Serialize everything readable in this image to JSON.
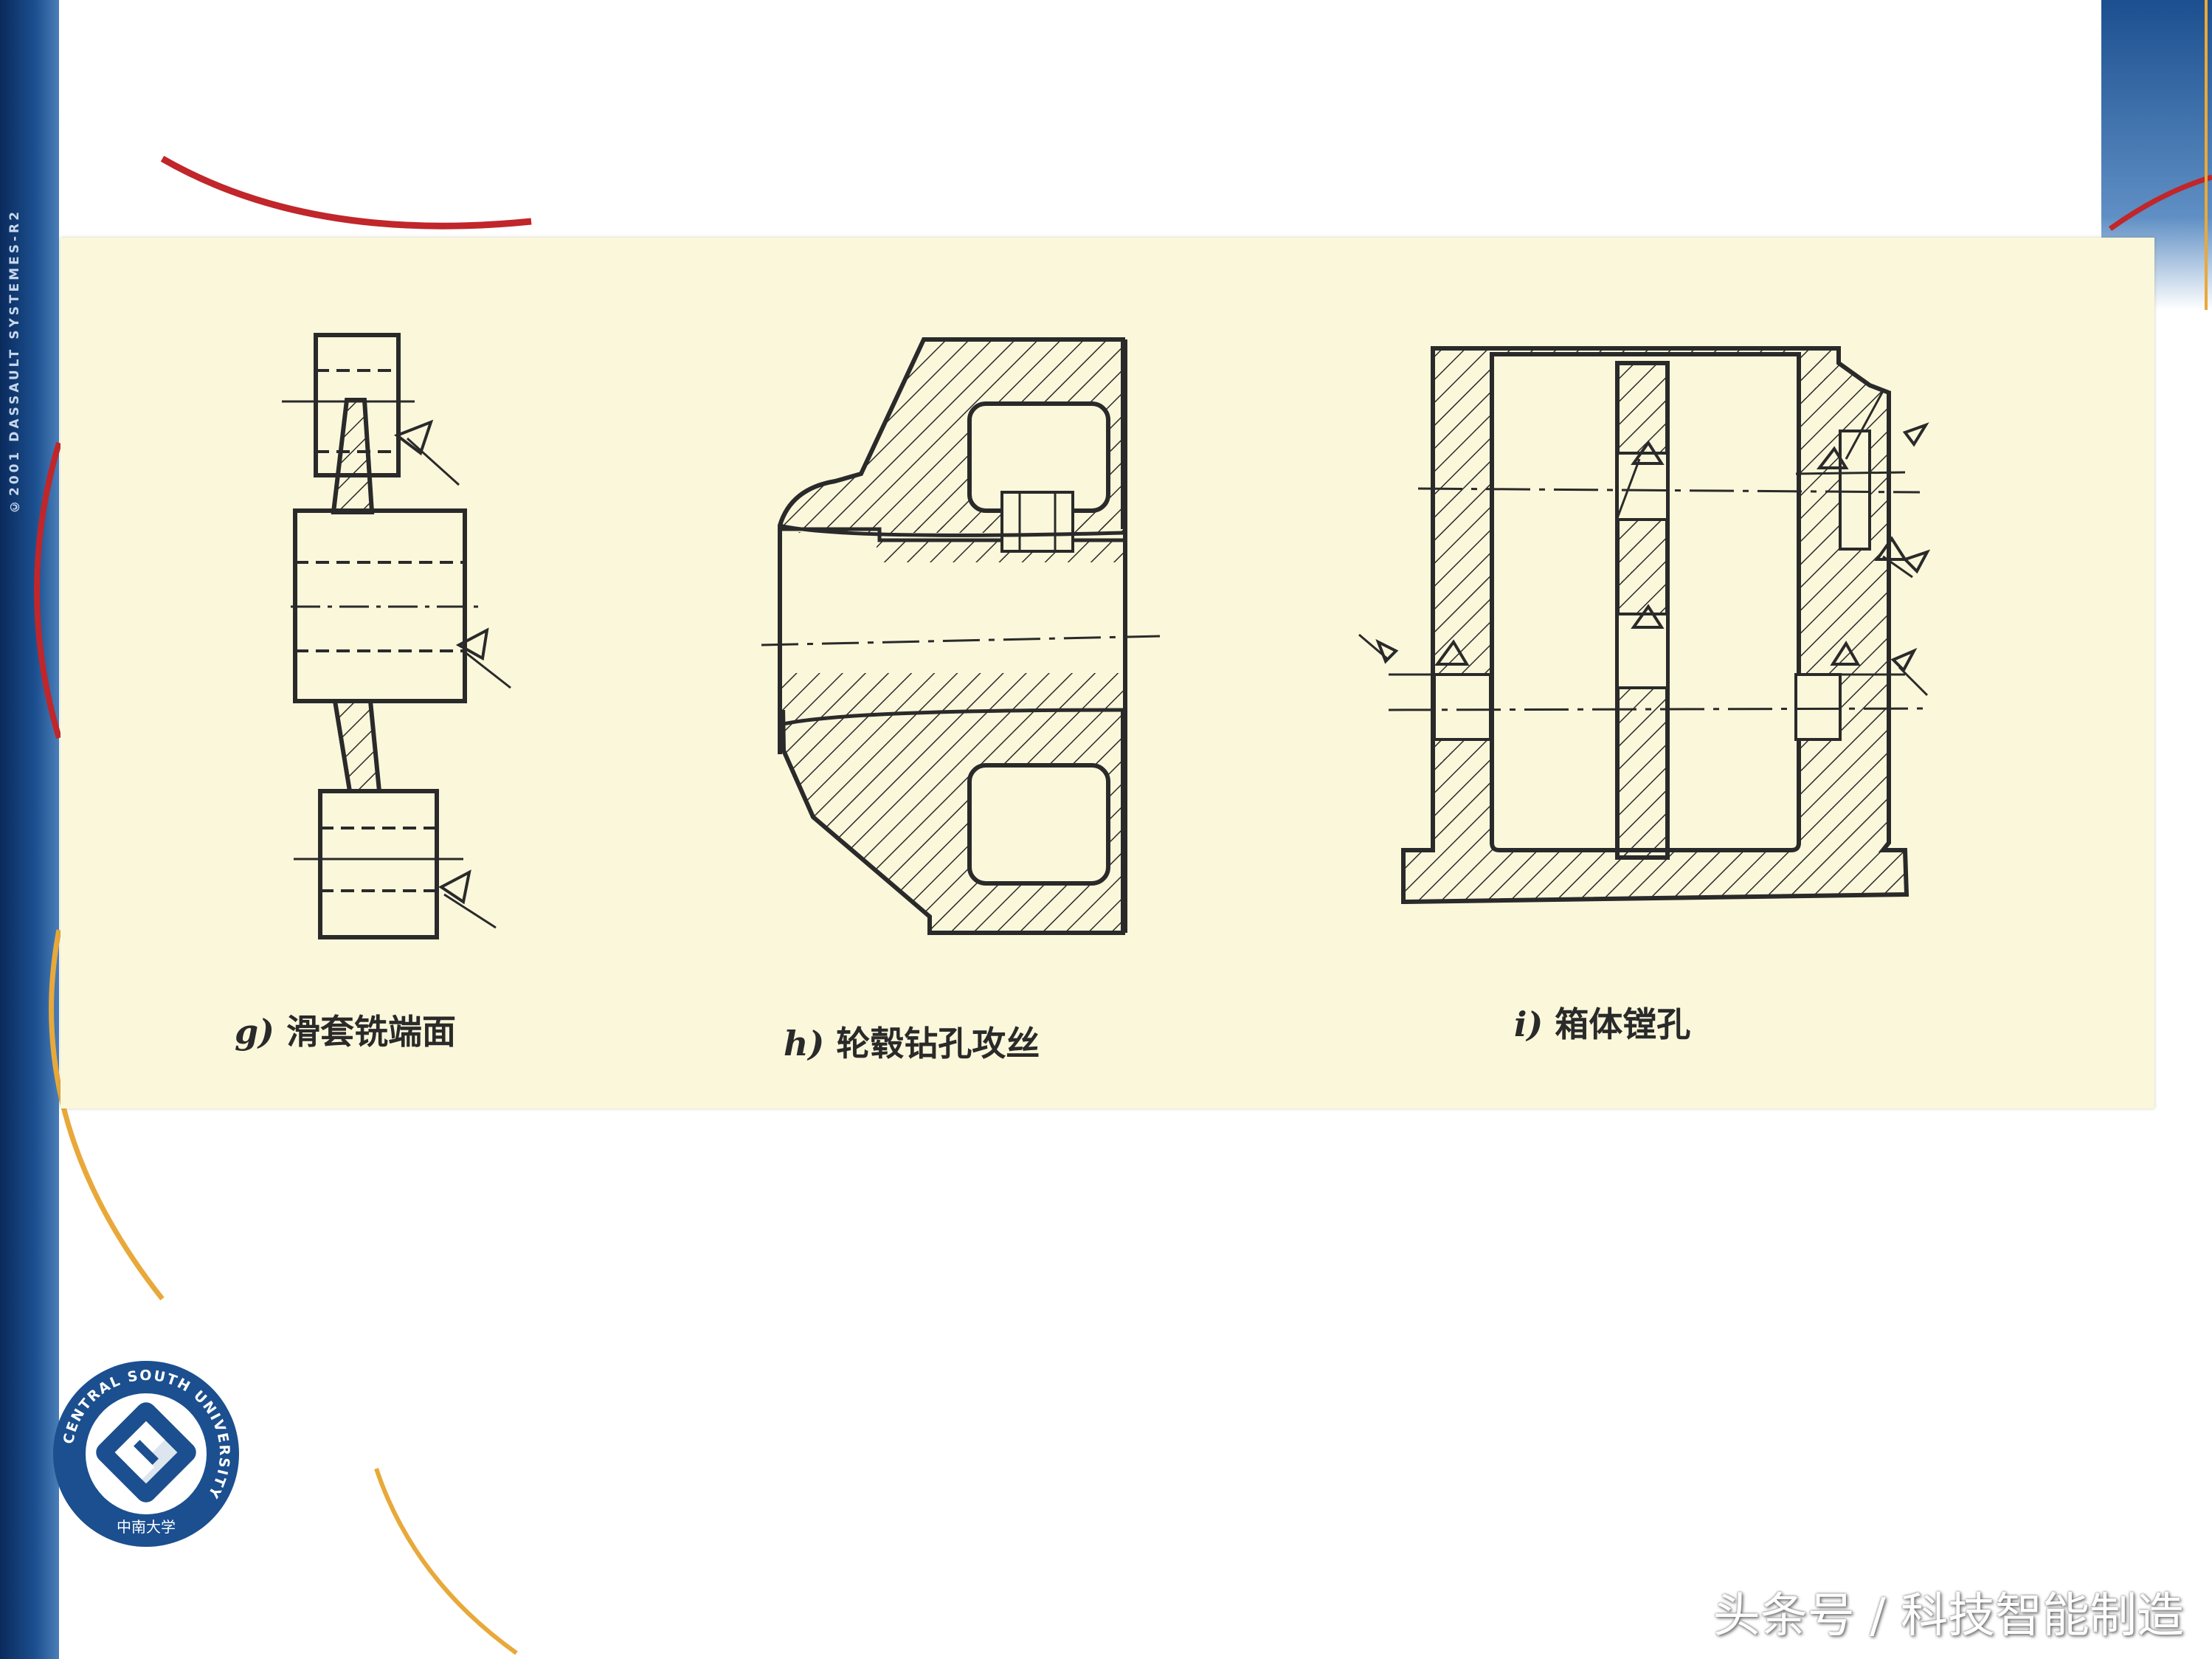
{
  "side_label": "©2001 DASSAULT SYSTEMES-R2",
  "figures": [
    {
      "letter": "g)",
      "label": "滑套铣端面"
    },
    {
      "letter": "h)",
      "label": "轮毂钻孔攻丝"
    },
    {
      "letter": "i)",
      "label": "箱体镗孔"
    }
  ],
  "logo": {
    "ring_text": "CENTRAL SOUTH UNIVERSITY",
    "bottom_text": "中南大学"
  },
  "watermark": "头条号 / 科技智能制造",
  "colors": {
    "navy": "#0a2a5c",
    "paper": "#fbf7db",
    "ink": "#2a2a2a",
    "accent_red": "#c0262a",
    "accent_gold": "#e8a93a"
  }
}
